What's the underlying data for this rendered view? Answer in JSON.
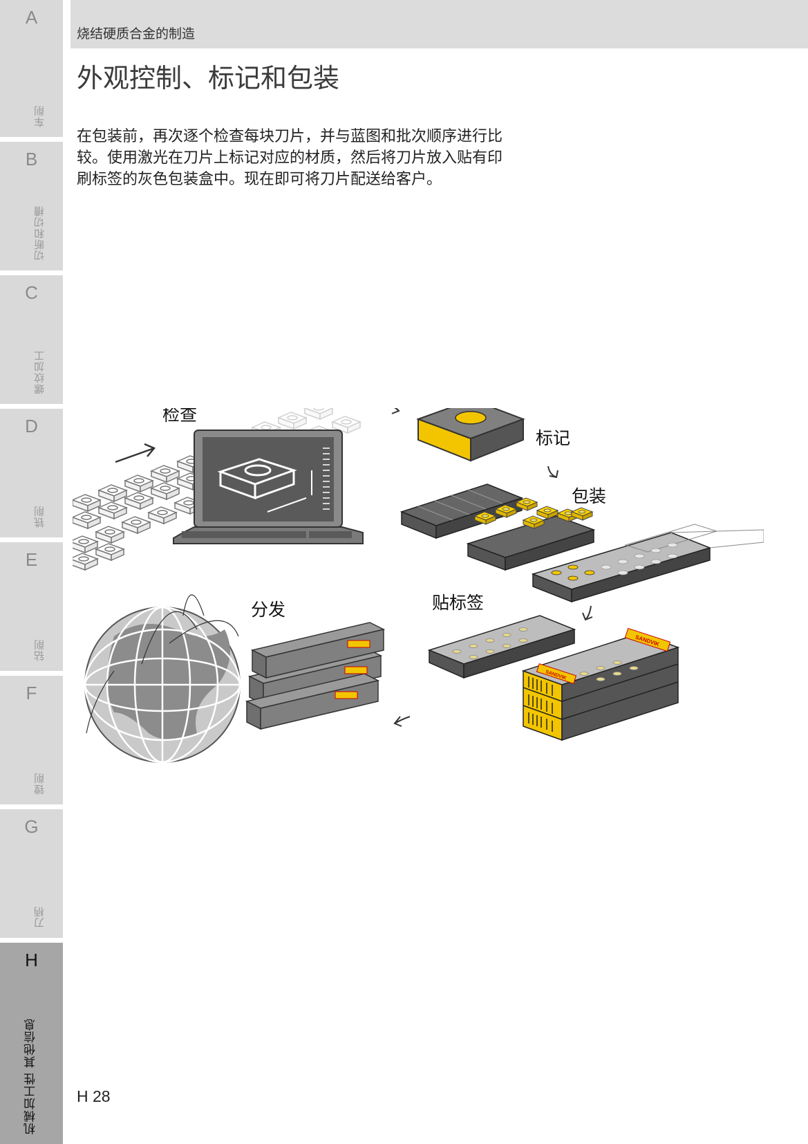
{
  "side_tabs": [
    {
      "letter": "A",
      "label": "车削"
    },
    {
      "letter": "B",
      "label": "切断和切槽"
    },
    {
      "letter": "C",
      "label": "螺纹加工"
    },
    {
      "letter": "D",
      "label": "铣削"
    },
    {
      "letter": "E",
      "label": "钻削"
    },
    {
      "letter": "F",
      "label": "镗削"
    },
    {
      "letter": "G",
      "label": "刀柄"
    },
    {
      "letter": "H",
      "label": "机械加工性 其他信息",
      "active": true
    }
  ],
  "header": {
    "breadcrumb": "烧结硬质合金的制造"
  },
  "title": "外观控制、标记和包装",
  "body": "在包装前，再次逐个检查每块刀片，并与蓝图和批次顺序进行比较。使用激光在刀片上标记对应的材质，然后将刀片放入贴有印刷标签的灰色包装盒中。现在即可将刀片配送给客户。",
  "figure": {
    "labels": {
      "inspect": "检查",
      "mark": "标记",
      "pack": "包装",
      "label": "贴标签",
      "distribute": "分发"
    },
    "brand": "SANDVIK"
  },
  "page_number": "H 28",
  "colors": {
    "accent_yellow": "#f2c500",
    "dark_gray": "#555555",
    "tab_gray": "#d9d9d9",
    "tab_active": "#a6a6a6"
  }
}
